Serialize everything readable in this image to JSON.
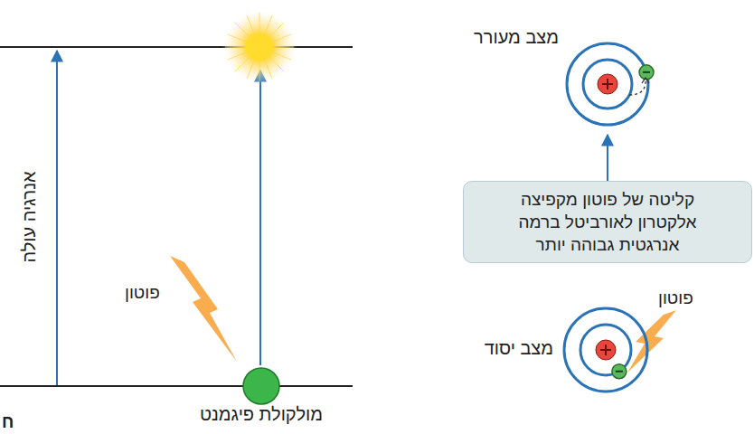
{
  "diagram": {
    "nodes": [
      {
        "text": [
          "מצב מעורר"
        ]
      },
      {
        "text": [
          "קליטה של פוטון מקפיצה אלקטרון לאורביטל ברמה אנרגטית גבוהה יותר"
        ]
      },
      {
        "text": [
          "מצב יסוד"
        ]
      },
      {
        "text": [
          "מולקולת פיגמנט"
        ]
      }
    ],
    "edges": [
      {
        "from": 1,
        "to": 0,
        "arrow": "to"
      }
    ],
    "labels": [
      "אנרגיה עולה",
      "פוטון",
      "פוטון",
      "ח"
    ]
  }
}
